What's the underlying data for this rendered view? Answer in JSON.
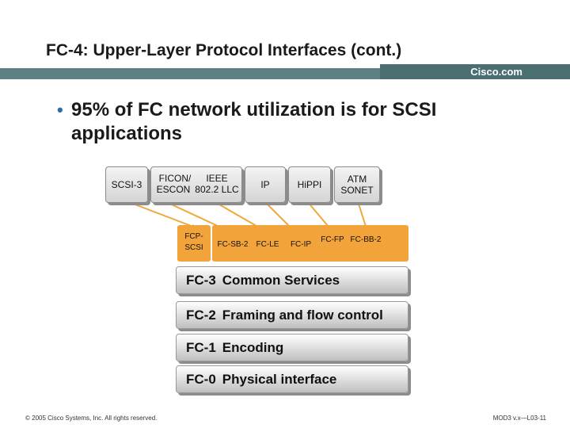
{
  "header": {
    "title": "FC-4: Upper-Layer Protocol Interfaces (cont.)",
    "brand": "Cisco.com"
  },
  "bullet": "95% of FC network utilization is for SCSI applications",
  "upper_protocols": {
    "scsi3": "SCSI-3",
    "ficon": "FICON/",
    "escon": "ESCON",
    "ieee": "IEEE",
    "llc": "802.2 LLC",
    "ip": "IP",
    "hippi": "HiPPI",
    "atm": "ATM",
    "sonet": "SONET"
  },
  "fc4_mappings": {
    "fcp1": "FCP-",
    "fcp2": "SCSI",
    "fcsb2": "FC-SB-2",
    "fcle": "FC-LE",
    "fcip": "FC-IP",
    "fcfp": "FC-FP",
    "fcbb2": "FC-BB-2"
  },
  "layers": [
    {
      "code": "FC-3",
      "name": "Common Services"
    },
    {
      "code": "FC-2",
      "name": "Framing and flow control"
    },
    {
      "code": "FC-1",
      "name": "Encoding"
    },
    {
      "code": "FC-0",
      "name": "Physical interface"
    }
  ],
  "footer": {
    "copyright": "© 2005 Cisco Systems, Inc. All rights reserved.",
    "course": "MOD3 v.x—L03-11"
  }
}
